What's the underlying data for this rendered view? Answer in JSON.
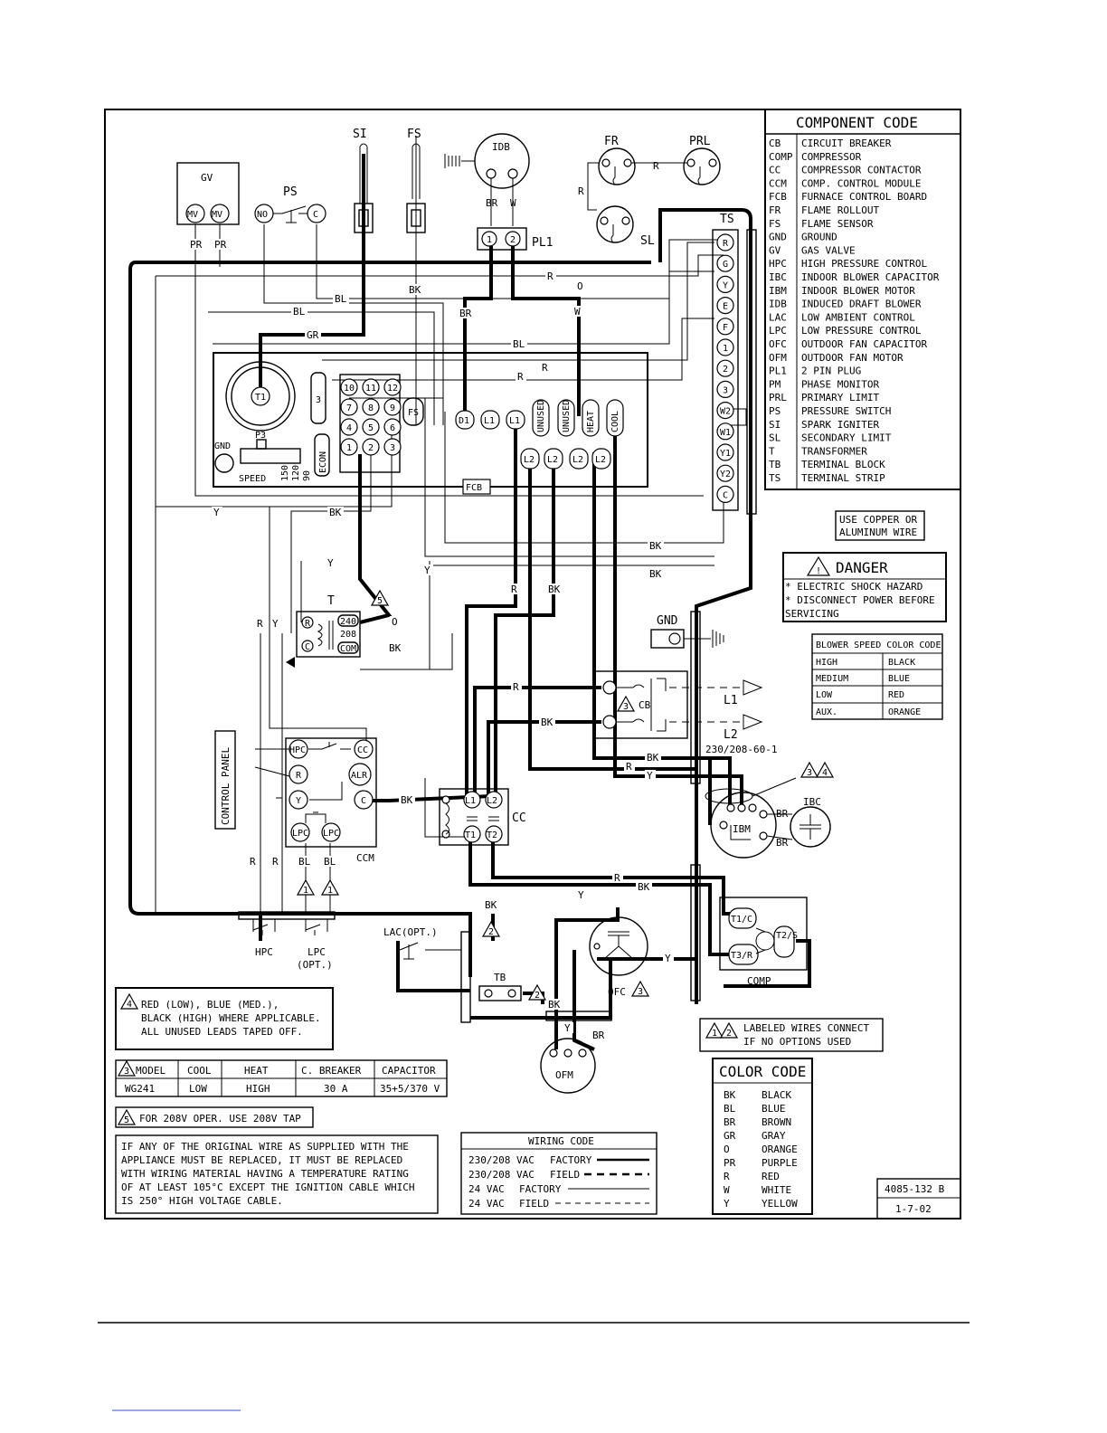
{
  "components": {
    "gv": "GV",
    "mv": "MV",
    "ps": "PS",
    "no": "NO",
    "c": "C",
    "si": "SI",
    "fs": "FS",
    "idb": "IDB",
    "pl1": "PL1",
    "fr": "FR",
    "prl": "PRL",
    "sl": "SL",
    "ts": "TS",
    "t1": "T1",
    "p3": "P3",
    "gnd": "GND",
    "speed": "SPEED",
    "speed_taps": [
      "150",
      "120",
      "90"
    ],
    "econ": "ECON",
    "three": "3",
    "fcb_pins": [
      "10",
      "11",
      "12",
      "7",
      "8",
      "9",
      "4",
      "5",
      "6",
      "1",
      "2",
      "3"
    ],
    "fcb_fs": "FS",
    "fcb_top": [
      "D1",
      "L1",
      "L1",
      "UNUSED",
      "UNUSED",
      "HEAT",
      "COOL"
    ],
    "fcb_l2": [
      "L2",
      "L2",
      "L2",
      "L2"
    ],
    "fcb": "FCB",
    "ts_terms": [
      "R",
      "G",
      "Y",
      "E",
      "F",
      "1",
      "2",
      "3",
      "W2",
      "W1",
      "Y1",
      "Y2",
      "C"
    ],
    "transformer": "T",
    "tr_r": "R",
    "tr_c": "C",
    "taps": [
      "240",
      "208",
      "COM"
    ],
    "gnd2": "GND",
    "cb": "CB",
    "line1": "L1",
    "line2": "L2",
    "supply": "230/208-60-1",
    "ccm_terms": [
      "HPC",
      "CC",
      "R",
      "ALR",
      "Y",
      "C",
      "LPC",
      "LPC"
    ],
    "ccm": "CCM",
    "cc_terms": [
      "L1",
      "L2",
      "T1",
      "T2"
    ],
    "cc": "CC",
    "ibm": "IBM",
    "ibc": "IBC",
    "comp_terms": [
      "T1/C",
      "T2/S",
      "T3/R"
    ],
    "comp": "COMP",
    "control_panel": "CONTROL PANEL",
    "hpc": "HPC",
    "lpc": "LPC",
    "opt": "(OPT.)",
    "lac": "LAC(OPT.)",
    "tb": "TB",
    "ofc": "OFC",
    "ofm": "OFM",
    "marks": [
      "1",
      "2",
      "3",
      "4",
      "5"
    ]
  },
  "wires": {
    "pr": "PR",
    "bl": "BL",
    "bk": "BK",
    "gr": "GR",
    "r": "R",
    "o": "O",
    "br": "BR",
    "w": "W",
    "y": "Y"
  },
  "component_code": {
    "title": "COMPONENT CODE",
    "rows": [
      [
        "CB",
        "CIRCUIT BREAKER"
      ],
      [
        "COMP",
        "COMPRESSOR"
      ],
      [
        "CC",
        "COMPRESSOR CONTACTOR"
      ],
      [
        "CCM",
        "COMP. CONTROL MODULE"
      ],
      [
        "FCB",
        "FURNACE CONTROL BOARD"
      ],
      [
        "FR",
        "FLAME ROLLOUT"
      ],
      [
        "FS",
        "FLAME SENSOR"
      ],
      [
        "GND",
        "GROUND"
      ],
      [
        "GV",
        "GAS VALVE"
      ],
      [
        "HPC",
        "HIGH PRESSURE CONTROL"
      ],
      [
        "IBC",
        "INDOOR BLOWER CAPACITOR"
      ],
      [
        "IBM",
        "INDOOR BLOWER MOTOR"
      ],
      [
        "IDB",
        "INDUCED DRAFT BLOWER"
      ],
      [
        "LAC",
        "LOW AMBIENT CONTROL"
      ],
      [
        "LPC",
        "LOW PRESSURE CONTROL"
      ],
      [
        "OFC",
        "OUTDOOR FAN CAPACITOR"
      ],
      [
        "OFM",
        "OUTDOOR FAN MOTOR"
      ],
      [
        "PL1",
        "2 PIN PLUG"
      ],
      [
        "PM",
        "PHASE MONITOR"
      ],
      [
        "PRL",
        "PRIMARY LIMIT"
      ],
      [
        "PS",
        "PRESSURE SWITCH"
      ],
      [
        "SI",
        "SPARK IGNITER"
      ],
      [
        "SL",
        "SECONDARY LIMIT"
      ],
      [
        "T",
        "TRANSFORMER"
      ],
      [
        "TB",
        "TERMINAL BLOCK"
      ],
      [
        "TS",
        "TERMINAL STRIP"
      ]
    ]
  },
  "copper": [
    "USE COPPER OR",
    "ALUMINUM WIRE"
  ],
  "danger": {
    "title": "DANGER",
    "lines": [
      "* ELECTRIC SHOCK HAZARD",
      "* DISCONNECT POWER BEFORE",
      "  SERVICING"
    ]
  },
  "blower": {
    "title": "BLOWER SPEED COLOR CODE",
    "rows": [
      [
        "HIGH",
        "BLACK"
      ],
      [
        "MEDIUM",
        "BLUE"
      ],
      [
        "LOW",
        "RED"
      ],
      [
        "AUX.",
        "ORANGE"
      ]
    ]
  },
  "notes": {
    "n4": [
      "RED (LOW), BLUE (MED.),",
      "BLACK (HIGH) WHERE APPLICABLE.",
      "ALL UNUSED LEADS TAPED OFF."
    ],
    "n5": "FOR 208V OPER. USE 208V TAP",
    "n12": [
      "LABELED WIRES CONNECT",
      "IF NO OPTIONS USED"
    ],
    "replace": [
      "IF ANY OF THE ORIGINAL WIRE AS SUPPLIED WITH THE",
      "APPLIANCE MUST BE REPLACED, IT MUST BE REPLACED",
      "WITH WIRING MATERIAL HAVING A TEMPERATURE RATING",
      "OF AT LEAST 105°C EXCEPT THE IGNITION CABLE WHICH",
      "IS 250° HIGH VOLTAGE CABLE."
    ]
  },
  "model_table": {
    "headers": [
      "MODEL",
      "COOL",
      "HEAT",
      "C. BREAKER",
      "CAPACITOR"
    ],
    "row": [
      "WG241",
      "LOW",
      "HIGH",
      "30 A",
      "35+5/370 V"
    ]
  },
  "wiring_code": {
    "title": "WIRING CODE",
    "rows": [
      [
        "230/208 VAC",
        "FACTORY"
      ],
      [
        "230/208 VAC",
        "FIELD"
      ],
      [
        "24 VAC",
        "FACTORY"
      ],
      [
        "24 VAC",
        "FIELD"
      ]
    ]
  },
  "color_code": {
    "title": "COLOR CODE",
    "rows": [
      [
        "BK",
        "BLACK"
      ],
      [
        "BL",
        "BLUE"
      ],
      [
        "BR",
        "BROWN"
      ],
      [
        "GR",
        "GRAY"
      ],
      [
        "O",
        "ORANGE"
      ],
      [
        "PR",
        "PURPLE"
      ],
      [
        "R",
        "RED"
      ],
      [
        "W",
        "WHITE"
      ],
      [
        "Y",
        "YELLOW"
      ]
    ]
  },
  "drawing": {
    "number": "4085-132 B",
    "date": "1-7-02"
  }
}
